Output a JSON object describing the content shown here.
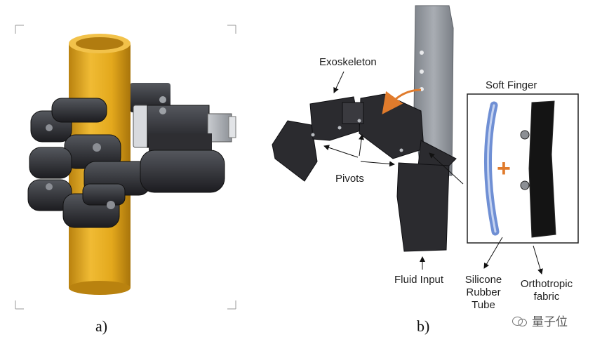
{
  "panel_a": {
    "caption": "a)"
  },
  "panel_b": {
    "caption": "b)",
    "labels": {
      "exoskeleton": "Exoskeleton",
      "pivots": "Pivots",
      "fluid_input": "Fluid Input",
      "soft_finger": "Soft Finger",
      "silicone_line1": "Silicone",
      "silicone_line2": "Rubber",
      "silicone_line3": "Tube",
      "ortho_line1": "Orthotropic",
      "ortho_line2": "fabric"
    },
    "plus_symbol": "+"
  },
  "watermark": {
    "text": "量子位"
  },
  "colors": {
    "pipe": "#e3a81c",
    "gripper": "#2b2b2f",
    "finger_plate": "#8f949b",
    "silicone_tube": "#6f8fd4",
    "plus": "#e07b2c",
    "arrow": "#e07b2c"
  }
}
